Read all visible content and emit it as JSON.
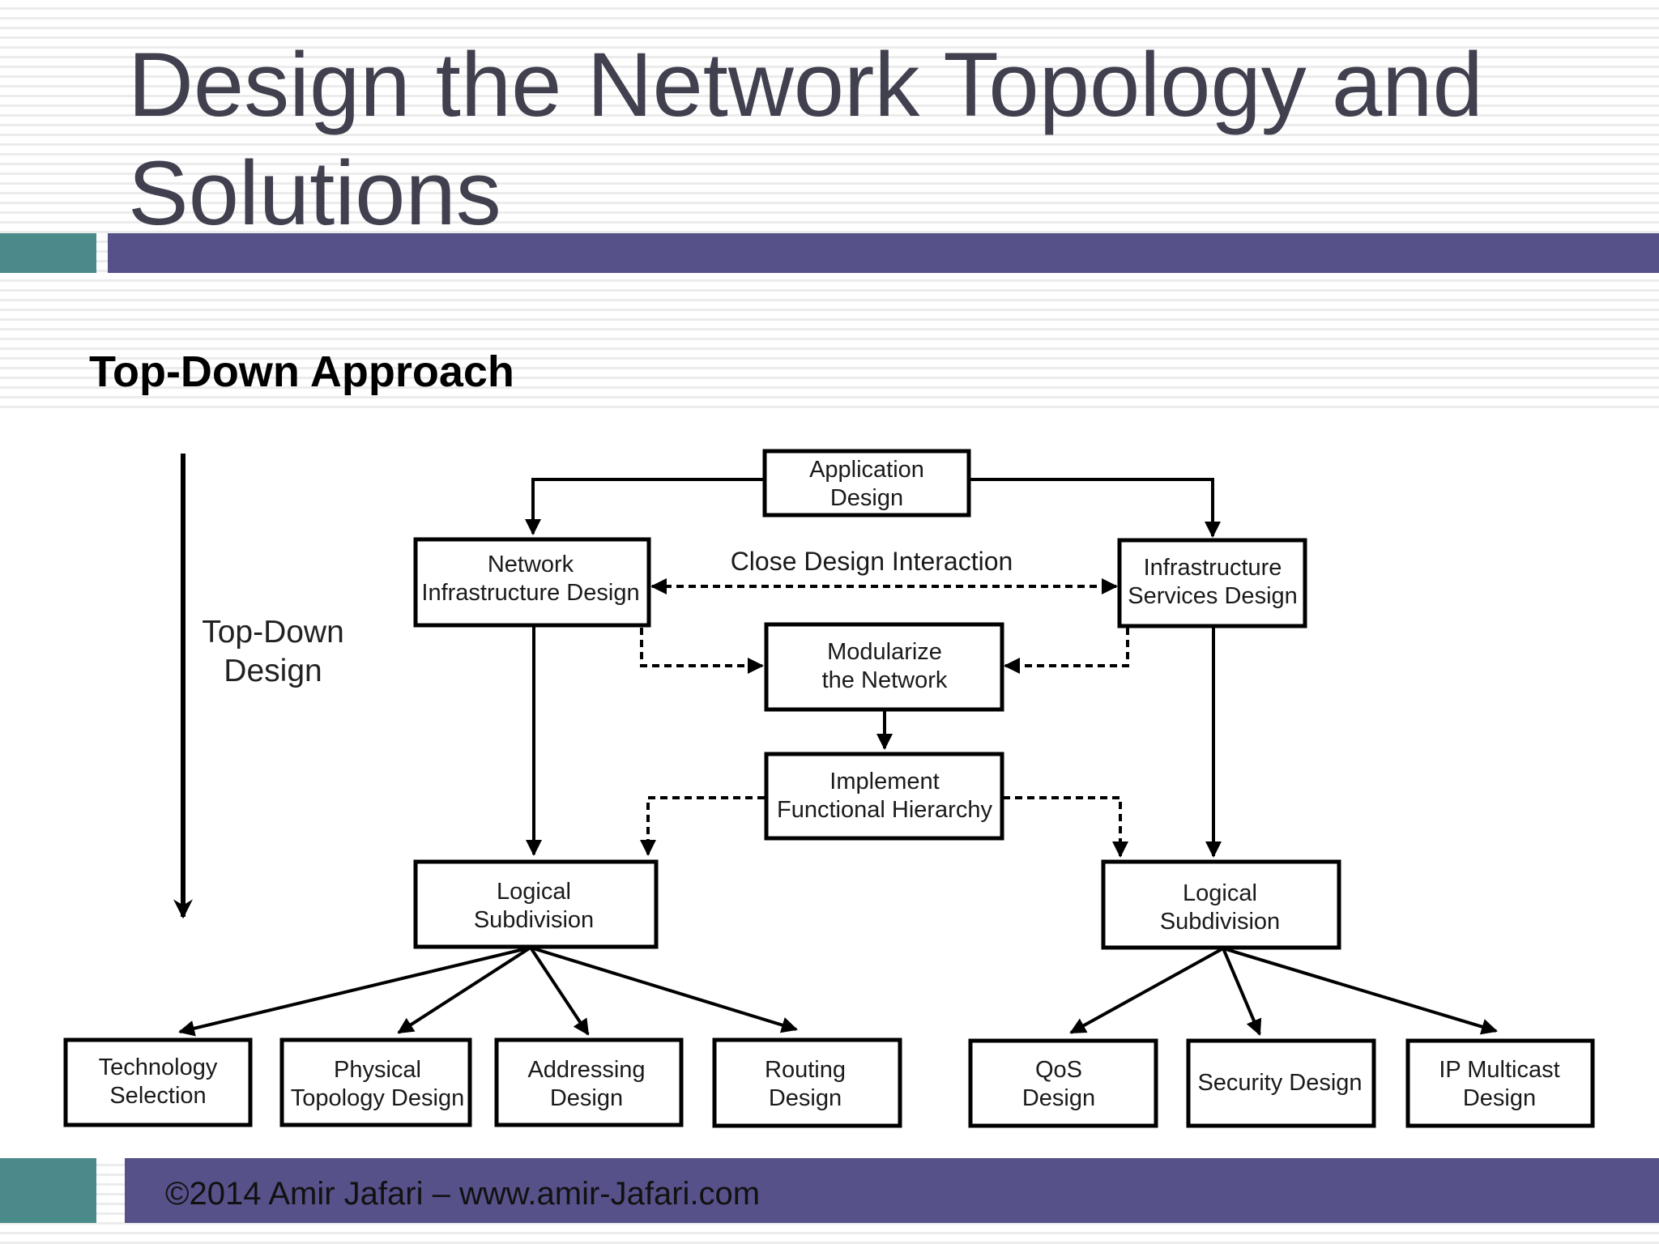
{
  "slide": {
    "title": "Design the Network Topology and Solutions",
    "subtitle": "Top-Down Approach",
    "footer": "©2014 Amir Jafari – www.amir-Jafari.com"
  },
  "diagram": {
    "side_label": [
      "Top-Down",
      "Design"
    ],
    "interaction_label": "Close Design Interaction",
    "boxes": {
      "application": [
        "Application",
        "Design"
      ],
      "network_infra": [
        "Network",
        "Infrastructure Design"
      ],
      "infra_services": [
        "Infrastructure",
        "Services Design"
      ],
      "modularize": [
        "Modularize",
        "the Network"
      ],
      "implement": [
        "Implement",
        "Functional Hierarchy"
      ],
      "logical_left": [
        "Logical",
        "Subdivision"
      ],
      "logical_right": [
        "Logical",
        "Subdivision"
      ],
      "technology": [
        "Technology",
        "Selection"
      ],
      "physical": [
        "Physical",
        "Topology Design"
      ],
      "addressing": [
        "Addressing",
        "Design"
      ],
      "routing": [
        "Routing",
        "Design"
      ],
      "qos": [
        "QoS",
        "Design"
      ],
      "security": [
        "Security Design"
      ],
      "multicast": [
        "IP Multicast",
        "Design"
      ]
    }
  }
}
